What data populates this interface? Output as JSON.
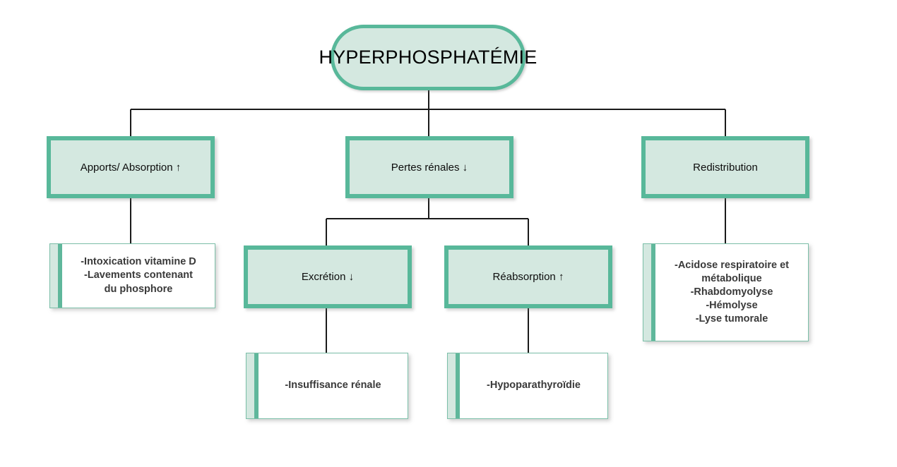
{
  "diagram": {
    "title": "HYPERPHOSPHATÉMIE",
    "type": "flowchart",
    "colors": {
      "node_fill": "#d4e8e0",
      "node_border": "#58b89a",
      "leaf_fill": "#ffffff",
      "leaf_border": "#7bbfa8",
      "accent_pale": "#d4e8e0",
      "accent_solid": "#5fb79b",
      "connector": "#1a1a1a",
      "text": "#000000",
      "leaf_text": "#3a3a3a"
    },
    "root": {
      "label": "HYPERPHOSPHATÉMIE"
    },
    "branches": [
      {
        "id": "apports",
        "label": "Apports/ Absorption ↑",
        "leaf": {
          "id": "apports-causes",
          "lines": [
            "-Intoxication vitamine D",
            "-Lavements contenant",
            "du phosphore"
          ]
        }
      },
      {
        "id": "pertes-renales",
        "label": "Pertes rénales ↓",
        "children": [
          {
            "id": "excretion",
            "label": "Excrétion ↓",
            "leaf": {
              "id": "excretion-causes",
              "lines": [
                "-Insuffisance rénale"
              ]
            }
          },
          {
            "id": "reabsorption",
            "label": "Réabsorption ↑",
            "leaf": {
              "id": "reabsorption-causes",
              "lines": [
                "-Hypoparathyroïdie"
              ]
            }
          }
        ]
      },
      {
        "id": "redistribution",
        "label": "Redistribution",
        "leaf": {
          "id": "redistribution-causes",
          "lines": [
            "-Acidose respiratoire et",
            "métabolique",
            "-Rhabdomyolyse",
            "-Hémolyse",
            "-Lyse tumorale"
          ]
        }
      }
    ]
  }
}
